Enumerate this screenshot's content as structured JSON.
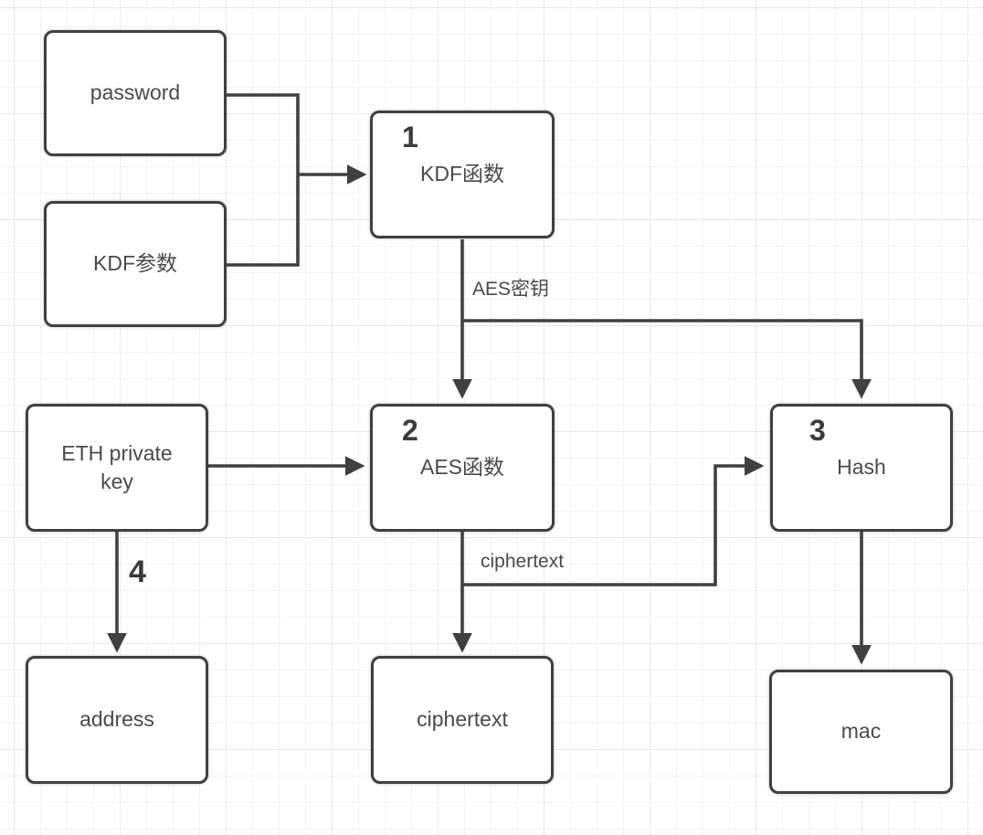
{
  "diagram": {
    "nodes": {
      "password": {
        "label": "password"
      },
      "kdf_params": {
        "label": "KDF参数"
      },
      "kdf_fn": {
        "number": "1",
        "label": "KDF函数"
      },
      "eth_private_key": {
        "label": "ETH private key"
      },
      "aes_fn": {
        "number": "2",
        "label": "AES函数"
      },
      "hash_fn": {
        "number": "3",
        "label": "Hash"
      },
      "address": {
        "label": "address"
      },
      "ciphertext_out": {
        "label": "ciphertext"
      },
      "mac": {
        "label": "mac"
      }
    },
    "edge_labels": {
      "aes_key": "AES密钥",
      "ciphertext": "ciphertext",
      "step4": "4"
    },
    "colors": {
      "stroke": "#404040",
      "text": "#4a4a4a",
      "grid_minor": "#f3f3f3",
      "grid_major": "#e8e8e8",
      "background": "#ffffff"
    }
  }
}
